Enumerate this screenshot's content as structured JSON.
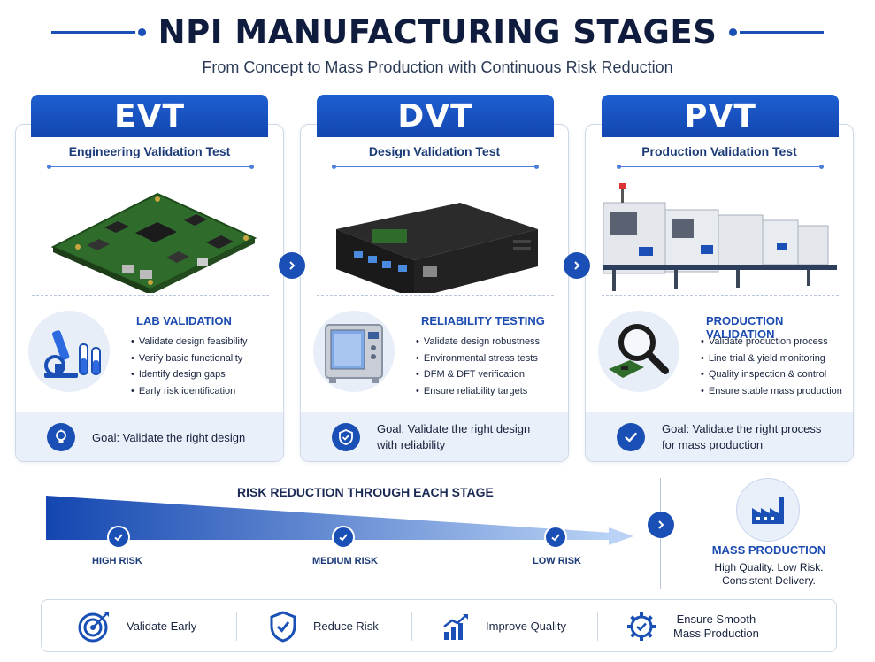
{
  "title": "NPI MANUFACTURING STAGES",
  "subtitle": "From Concept to Mass Production with Continuous Risk Reduction",
  "colors": {
    "primary": "#1a4fb5",
    "header": "#1e5fd0",
    "light": "#eaf0fa",
    "text": "#14203a"
  },
  "stages": [
    {
      "code": "EVT",
      "name": "Engineering Validation Test",
      "image": "pcb-board-icon",
      "section_icon": "microscope-icon",
      "section_title": "LAB VALIDATION",
      "bullets": [
        "Validate design feasibility",
        "Verify basic functionality",
        "Identify design gaps",
        "Early risk identification"
      ],
      "goal_icon": "lightbulb-icon",
      "goal_line1": "Goal: Validate the right design",
      "goal_line2": ""
    },
    {
      "code": "DVT",
      "name": "Design Validation Test",
      "image": "device-enclosure-icon",
      "section_icon": "test-chamber-icon",
      "section_title": "RELIABILITY TESTING",
      "bullets": [
        "Validate design robustness",
        "Environmental stress tests",
        "DFM & DFT verification",
        "Ensure reliability targets"
      ],
      "goal_icon": "shield-check-icon",
      "goal_line1": "Goal: Validate the right design",
      "goal_line2": "with reliability"
    },
    {
      "code": "PVT",
      "name": "Production Validation Test",
      "image": "production-line-icon",
      "section_icon": "magnifier-icon",
      "section_title": "PRODUCTION VALIDATION",
      "bullets": [
        "Validate production process",
        "Line trial & yield monitoring",
        "Quality inspection & control",
        "Ensure stable mass production"
      ],
      "goal_icon": "check-circle-icon",
      "goal_line1": "Goal: Validate the right process",
      "goal_line2": "for mass production"
    }
  ],
  "risk": {
    "title": "RISK REDUCTION THROUGH EACH STAGE",
    "levels": [
      "HIGH RISK",
      "MEDIUM RISK",
      "LOW RISK"
    ]
  },
  "mass_production": {
    "icon": "factory-icon",
    "title": "MASS PRODUCTION",
    "desc_line1": "High Quality. Low Risk.",
    "desc_line2": "Consistent Delivery."
  },
  "benefits": [
    {
      "icon": "target-icon",
      "line1": "Validate Early",
      "line2": ""
    },
    {
      "icon": "shield-icon",
      "line1": "Reduce Risk",
      "line2": ""
    },
    {
      "icon": "growth-chart-icon",
      "line1": "Improve Quality",
      "line2": ""
    },
    {
      "icon": "gear-check-icon",
      "line1": "Ensure Smooth",
      "line2": "Mass Production"
    }
  ]
}
